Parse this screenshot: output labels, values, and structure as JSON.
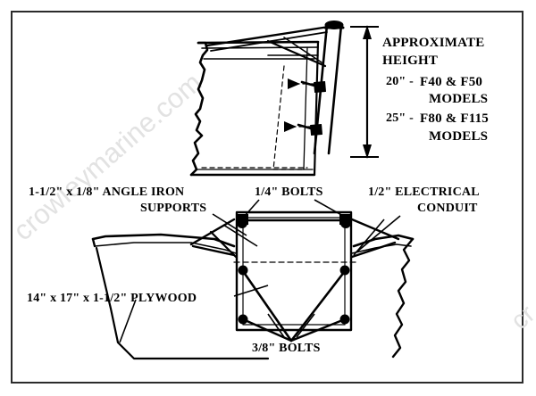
{
  "diagram": {
    "title": "Outboard motor bracket mounting detail",
    "background_color": "#ffffff",
    "line_color": "#000000",
    "border_color": "#2b2b2b"
  },
  "height_callout": {
    "line1": "APPROXIMATE",
    "line2": "HEIGHT",
    "rows": [
      {
        "dimension": "20\" -",
        "models_line1": "F40 & F50",
        "models_line2": "MODELS"
      },
      {
        "dimension": "25\" -",
        "models_line1": "F80 & F115",
        "models_line2": "MODELS"
      }
    ]
  },
  "labels": {
    "angle_iron_line1": "1-1/2\" x 1/8\" ANGLE IRON",
    "angle_iron_line2": "SUPPORTS",
    "quarter_bolts": "1/4\" BOLTS",
    "conduit_line1": "1/2\" ELECTRICAL",
    "conduit_line2": "CONDUIT",
    "plywood": "14\" x 17\" x 1-1/2\" PLYWOOD",
    "three_eighth_bolts": "3/8\" BOLTS"
  },
  "watermark": {
    "main": "crowleymarine.com",
    "edge": "cr"
  }
}
